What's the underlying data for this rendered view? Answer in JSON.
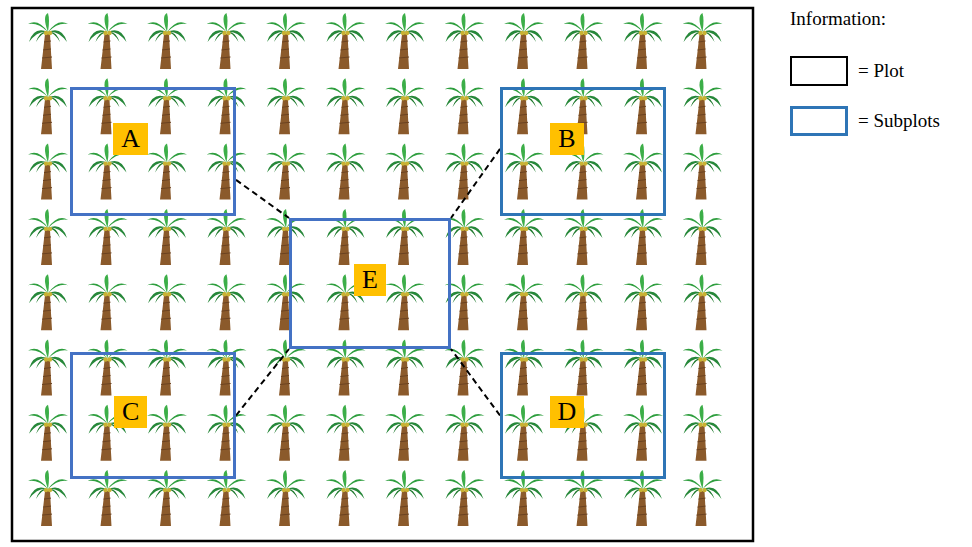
{
  "diagram": {
    "nodes": [
      {
        "text": [
          "A"
        ]
      },
      {
        "text": [
          "B"
        ]
      },
      {
        "text": [
          "E"
        ]
      },
      {
        "text": [
          "C"
        ]
      },
      {
        "text": [
          "D"
        ]
      }
    ],
    "edges": [
      {
        "from": 0,
        "to": 2,
        "arrow": "none"
      },
      {
        "from": 1,
        "to": 2,
        "arrow": "none"
      },
      {
        "from": 3,
        "to": 2,
        "arrow": "none"
      },
      {
        "from": 4,
        "to": 2,
        "arrow": "none"
      }
    ],
    "labels": [
      "Information:"
    ],
    "legend": [
      {
        "text": "= Plot"
      },
      {
        "text": "= Subplots"
      }
    ]
  }
}
